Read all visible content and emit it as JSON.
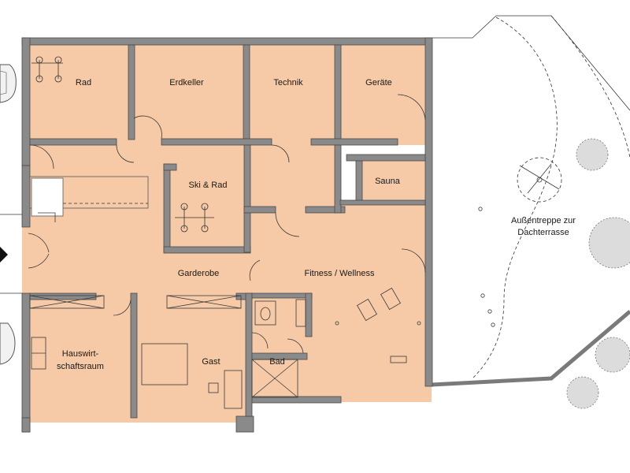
{
  "colors": {
    "floor": "#f6caa6",
    "wall": "#8a8a8a",
    "wall_outline": "#4a4a4a",
    "tree": "#d6d6d6"
  },
  "rooms": {
    "rad": "Rad",
    "erdkeller": "Erdkeller",
    "technik": "Technik",
    "geraete": "Geräte",
    "ski_rad": "Ski & Rad",
    "sauna": "Sauna",
    "garderobe": "Garderobe",
    "fitness": "Fitness / Wellness",
    "hauswirtschaft_line1": "Hauswirt-",
    "hauswirtschaft_line2": "schaftsraum",
    "gast": "Gast",
    "bad": "Bad"
  },
  "outdoor": {
    "stairs_line1": "Außentreppe zur",
    "stairs_line2": "Dachterrasse"
  },
  "icons": {
    "entrance": "entrance-arrow-icon",
    "bicycles": "bicycle-icon",
    "fitness": "fitness-equipment-icon",
    "trees": "tree-icon",
    "cars": "car-icon"
  }
}
